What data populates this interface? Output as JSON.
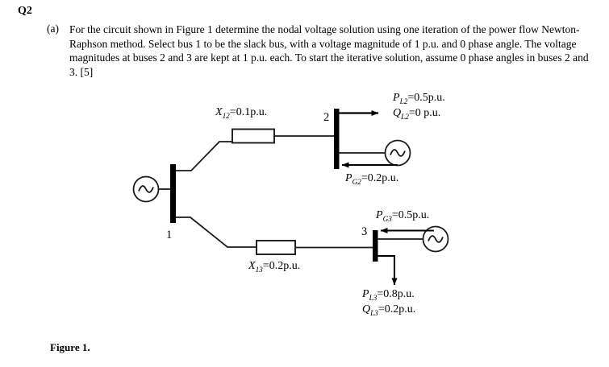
{
  "question": {
    "number": "Q2",
    "part_marker": "(a)",
    "text": "For the circuit shown in Figure 1 determine the nodal voltage solution using one iteration of the power flow Newton-Raphson method. Select bus 1 to be the slack bus, with a voltage magnitude of 1 p.u. and 0 phase angle. The voltage magnitudes at buses 2 and 3 are kept at 1 p.u. each. To start the iterative solution, assume 0 phase angles in buses 2 and 3. [5]"
  },
  "figure": {
    "caption": "Figure 1.",
    "buses": [
      {
        "id": "1",
        "label": "1"
      },
      {
        "id": "2",
        "label": "2"
      },
      {
        "id": "3",
        "label": "3"
      }
    ],
    "branches": [
      {
        "id": "x12",
        "symbol": "X",
        "subscript": "12",
        "value": "=0.1p.u."
      },
      {
        "id": "x13",
        "symbol": "X",
        "subscript": "13",
        "value": "=0.2p.u."
      }
    ],
    "injections": [
      {
        "id": "pl2",
        "symbol": "P",
        "subscript": "L2",
        "value": "=0.5p.u."
      },
      {
        "id": "ql2",
        "symbol": "Q",
        "subscript": "L2",
        "value": "=0 p.u."
      },
      {
        "id": "pg2",
        "symbol": "P",
        "subscript": "G2",
        "value": "=0.2p.u."
      },
      {
        "id": "pg3",
        "symbol": "P",
        "subscript": "G3",
        "value": "=0.5p.u."
      },
      {
        "id": "pl3",
        "symbol": "P",
        "subscript": "L3",
        "value": "=0.8p.u."
      },
      {
        "id": "ql3",
        "symbol": "Q",
        "subscript": "L3",
        "value": "=0.2p.u."
      }
    ],
    "colors": {
      "ink": "#000000",
      "line": "#1a1a1a",
      "bus_bar": "#000000",
      "background": "#ffffff"
    }
  }
}
